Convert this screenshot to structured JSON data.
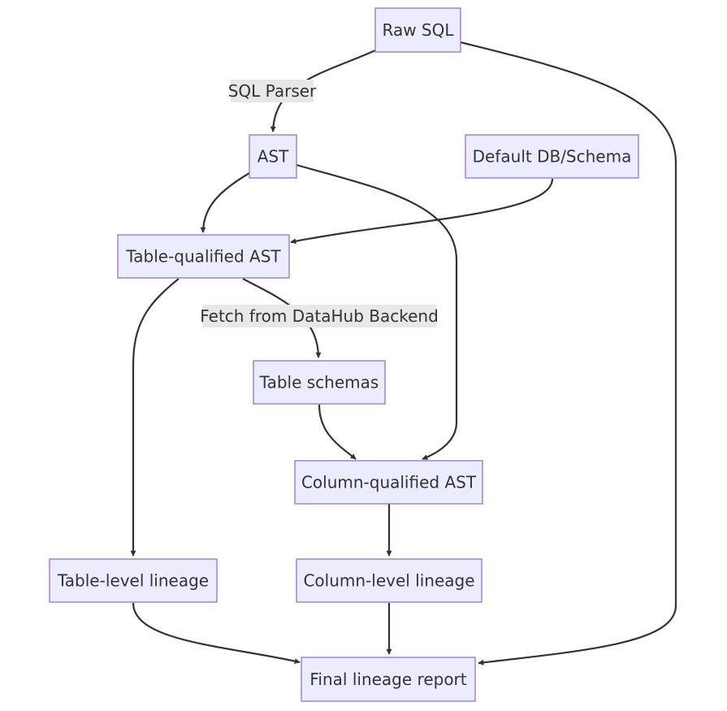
{
  "nodes": {
    "raw_sql": "Raw SQL",
    "ast": "AST",
    "default_db_schema": "Default DB/Schema",
    "table_qualified_ast": "Table-qualified AST",
    "table_schemas": "Table schemas",
    "column_qualified_ast": "Column-qualified AST",
    "table_level_lineage": "Table-level lineage",
    "column_level_lineage": "Column-level lineage",
    "final_lineage_report": "Final lineage report"
  },
  "edge_labels": {
    "sql_parser": "SQL Parser",
    "fetch_from_datahub": "Fetch from DataHub Backend"
  },
  "colors": {
    "node_fill": "#ECECFF",
    "node_stroke": "#9370DB",
    "edge": "#333333",
    "edge_label_bg": "#e8e8e8",
    "text": "#333333"
  }
}
